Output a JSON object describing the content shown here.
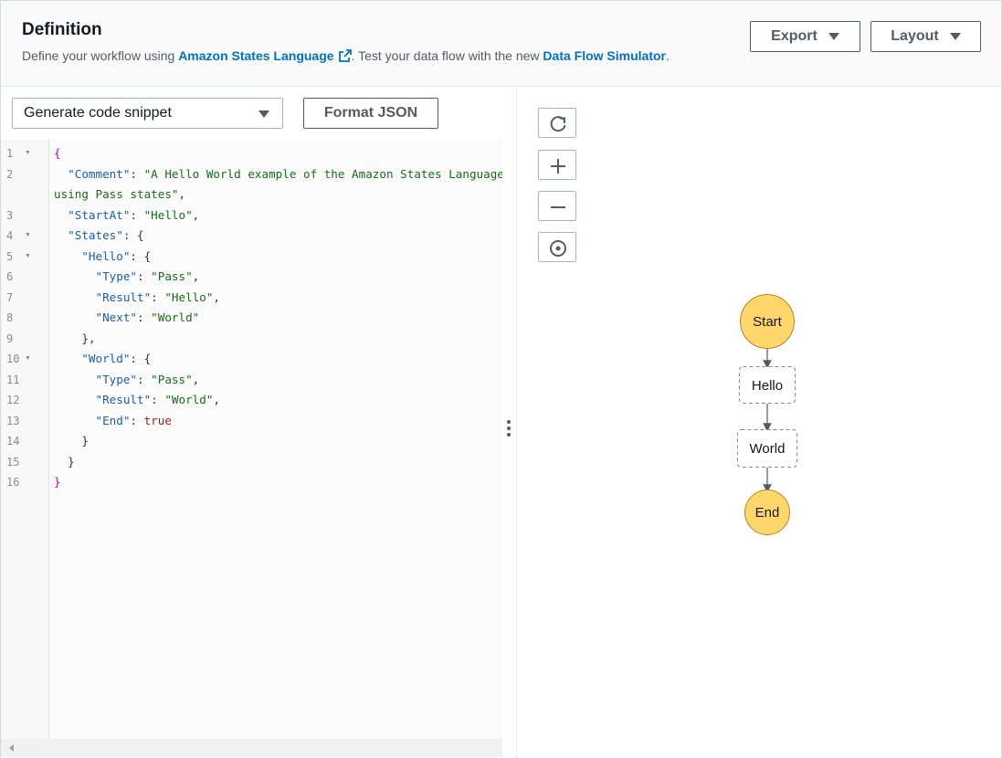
{
  "header": {
    "title": "Definition",
    "desc_prefix": "Define your workflow using ",
    "link_asl": "Amazon States Language",
    "desc_middle": ". Test your data flow with the new ",
    "link_simulator": "Data Flow Simulator",
    "desc_suffix": ".",
    "export_label": "Export",
    "layout_label": "Layout"
  },
  "editor": {
    "snippet_label": "Generate code snippet",
    "format_label": "Format JSON",
    "line_numbers": [
      "1",
      "2",
      "",
      "3",
      "4",
      "5",
      "6",
      "7",
      "8",
      "9",
      "10",
      "11",
      "12",
      "13",
      "14",
      "15",
      "16"
    ]
  },
  "graph": {
    "nodes": {
      "start": "Start",
      "hello": "Hello",
      "world": "World",
      "end": "End"
    },
    "colors": {
      "terminal_fill": "#ffd66b",
      "terminal_stroke": "#b8861e",
      "state_stroke": "#8a8a8a"
    }
  },
  "icons": {
    "external": "external-link-icon",
    "refresh": "refresh-icon",
    "zoom_in": "plus-icon",
    "zoom_out": "minus-icon",
    "center": "center-icon"
  }
}
